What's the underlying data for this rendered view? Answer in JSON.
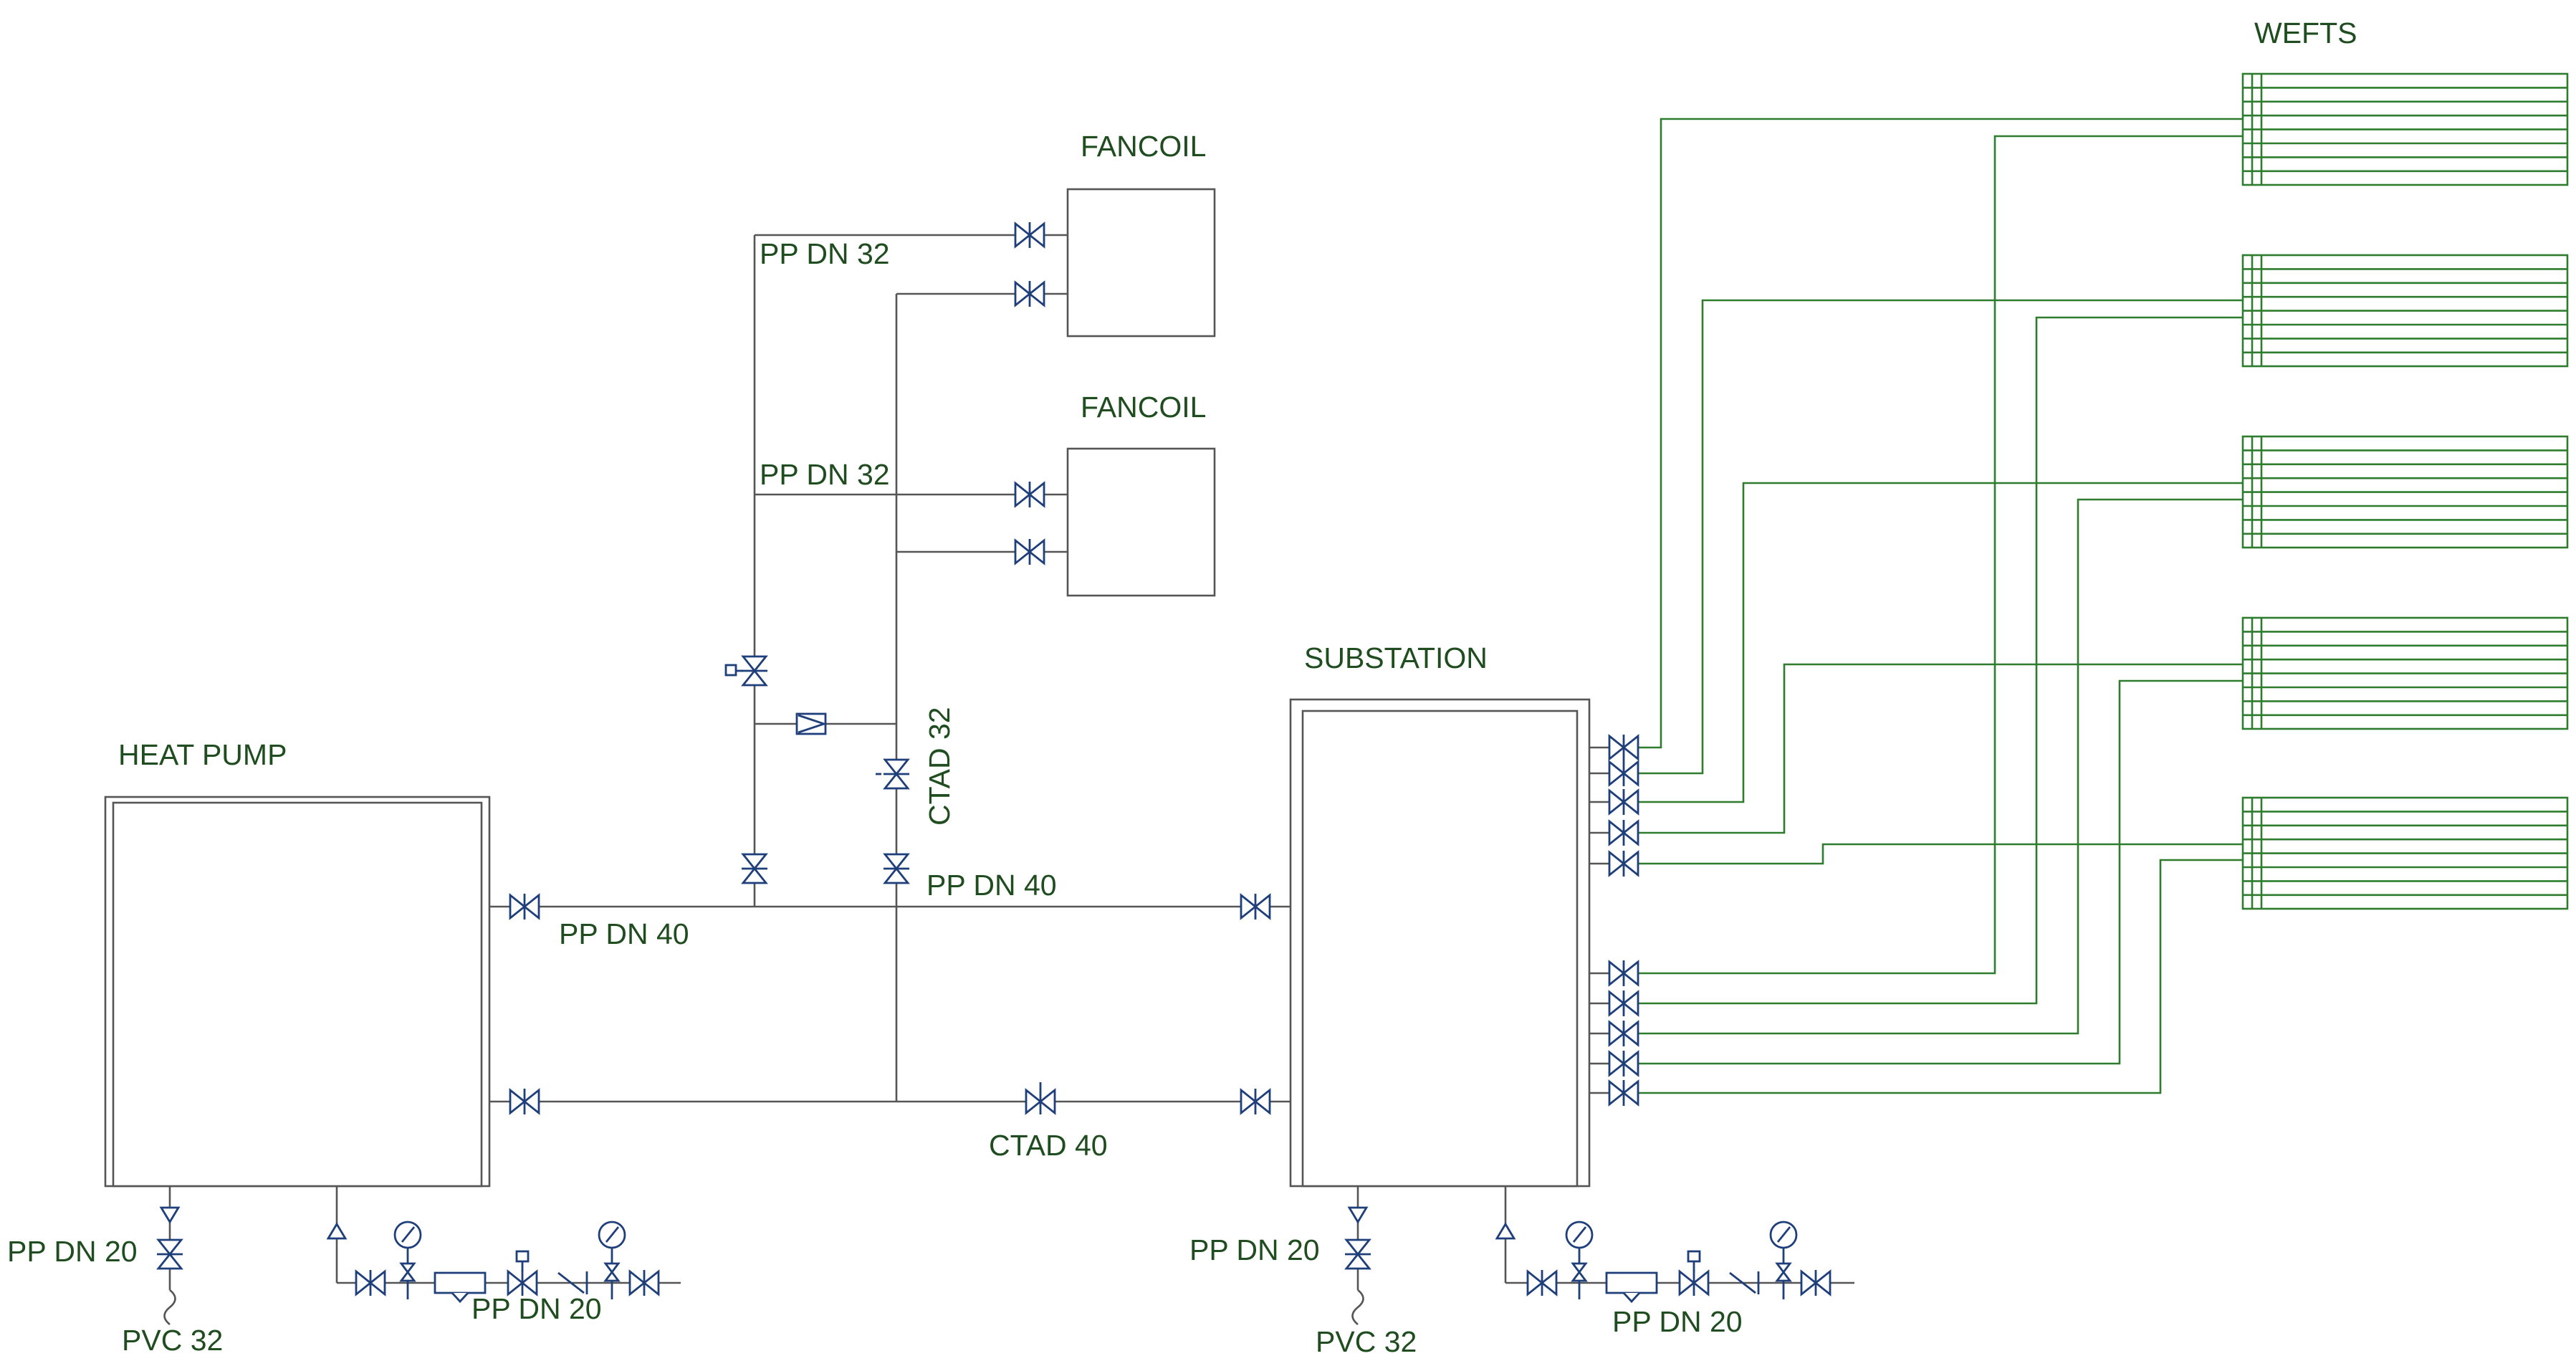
{
  "labels": {
    "heat_pump": "HEAT PUMP",
    "substation": "SUBSTATION",
    "wefts": "WEFTS",
    "fancoil_1": "FANCOIL",
    "fancoil_2": "FANCOIL",
    "pp_dn32_upper": "PP DN 32",
    "pp_dn32_lower": "PP DN 32",
    "pp_dn40_left": "PP DN 40",
    "pp_dn40_right": "PP DN 40",
    "ctad32": "CTAD 32",
    "ctad40": "CTAD 40",
    "pp_dn20_hp_drain": "PP DN 20",
    "pvc32_hp": "PVC 32",
    "pp_dn20_hp_fill": "PP DN 20",
    "pp_dn20_sub_drain": "PP DN 20",
    "pvc32_sub": "PVC 32",
    "pp_dn20_sub_fill": "PP DN 20"
  },
  "colors": {
    "pipe": "#555555",
    "weft_pipe": "#2e7d2e",
    "valve": "#1f3f7a",
    "label": "#1f4d1f"
  }
}
